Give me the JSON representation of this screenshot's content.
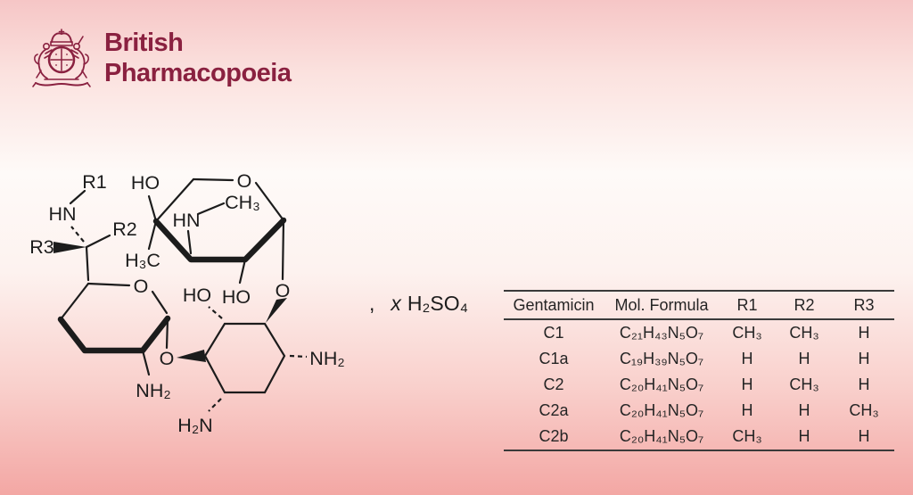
{
  "header": {
    "brand_line1": "British",
    "brand_line2": "Pharmacopoeia",
    "crest_icon": "royal-coat-of-arms"
  },
  "structure": {
    "labels": {
      "r1": "R1",
      "r2": "R2",
      "r3": "R3",
      "hn_chain": "HN",
      "ho_top": "HO",
      "ring_o_garosamine": "O",
      "n_methyl": "CH₃",
      "hn_ring": "HN",
      "h3c": "H₃C",
      "ring_o_purpurosamine": "O",
      "ho_left": "HO",
      "ho_right": "HO",
      "o_glycosidic_right": "O",
      "o_glycosidic_left": "O",
      "nh2_left": "NH₂",
      "h2n_bottom": "H₂N",
      "nh2_right": "NH₂"
    }
  },
  "sulfate": {
    "comma": ",",
    "multiplier": "x",
    "formula": "H₂SO₄"
  },
  "table": {
    "columns": [
      "Gentamicin",
      "Mol. Formula",
      "R1",
      "R2",
      "R3"
    ],
    "rows": [
      [
        "C1",
        "C₂₁H₄₃N₅O₇",
        "CH₃",
        "CH₃",
        "H"
      ],
      [
        "C1a",
        "C₁₉H₃₉N₅O₇",
        "H",
        "H",
        "H"
      ],
      [
        "C2",
        "C₂₀H₄₁N₅O₇",
        "H",
        "CH₃",
        "H"
      ],
      [
        "C2a",
        "C₂₀H₄₁N₅O₇",
        "H",
        "H",
        "CH₃"
      ],
      [
        "C2b",
        "C₂₀H₄₁N₅O₇",
        "CH₃",
        "H",
        "H"
      ]
    ]
  },
  "colors": {
    "brand_maroon": "#8a2140",
    "structure_ink": "#1c1c1c",
    "table_rule": "#3a3a3a",
    "background_top": "#f6c6c6",
    "background_middle": "#fefaf8",
    "background_bottom": "#f3a7a4"
  }
}
